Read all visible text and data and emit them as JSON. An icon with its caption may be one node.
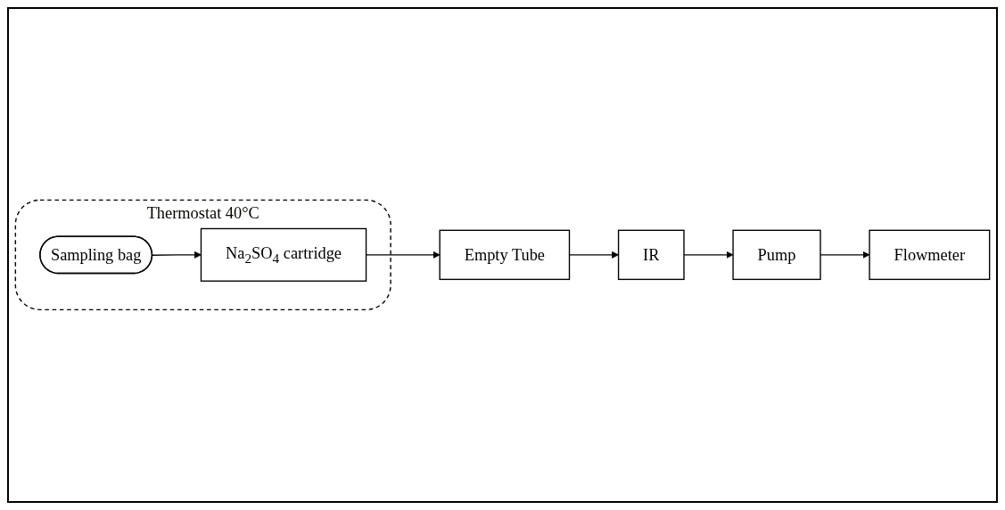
{
  "diagram": {
    "nodes": [
      {
        "text": [
          "Thermostat 40°C"
        ]
      },
      {
        "text": [
          "Sampling bag"
        ],
        "in": 0
      },
      {
        "text": [
          "Na$_{2}$SO$_{4}$ cartridge"
        ],
        "in": 0
      },
      {
        "text": [
          "Empty Tube"
        ]
      },
      {
        "text": [
          "IR"
        ]
      },
      {
        "text": [
          "Pump"
        ]
      },
      {
        "text": [
          "Flowmeter"
        ]
      }
    ],
    "edges": [
      {
        "from": 1,
        "to": 2,
        "arrow": "to"
      },
      {
        "from": 2,
        "to": 3,
        "arrow": "to"
      },
      {
        "from": 3,
        "to": 4,
        "arrow": "to"
      },
      {
        "from": 4,
        "to": 5,
        "arrow": "to"
      },
      {
        "from": 5,
        "to": 6,
        "arrow": "to"
      }
    ]
  }
}
